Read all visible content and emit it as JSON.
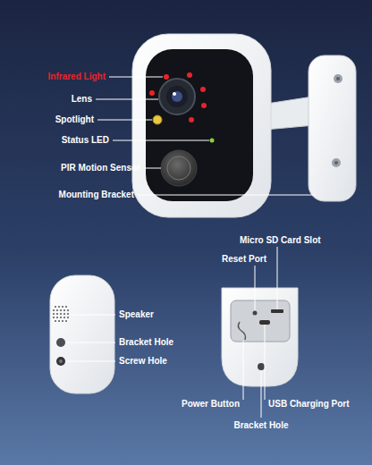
{
  "diagram": {
    "labels": [
      "Infrared Light",
      "Lens",
      "Spotlight",
      "Status LED",
      "PIR Motion Sensor",
      "Mounting Bracket",
      "Speaker",
      "Bracket Hole",
      "Screw Hole",
      "Micro SD Card Slot",
      "Reset Port",
      "Power Button",
      "USB Charging Port",
      "Bracket Hole"
    ]
  }
}
